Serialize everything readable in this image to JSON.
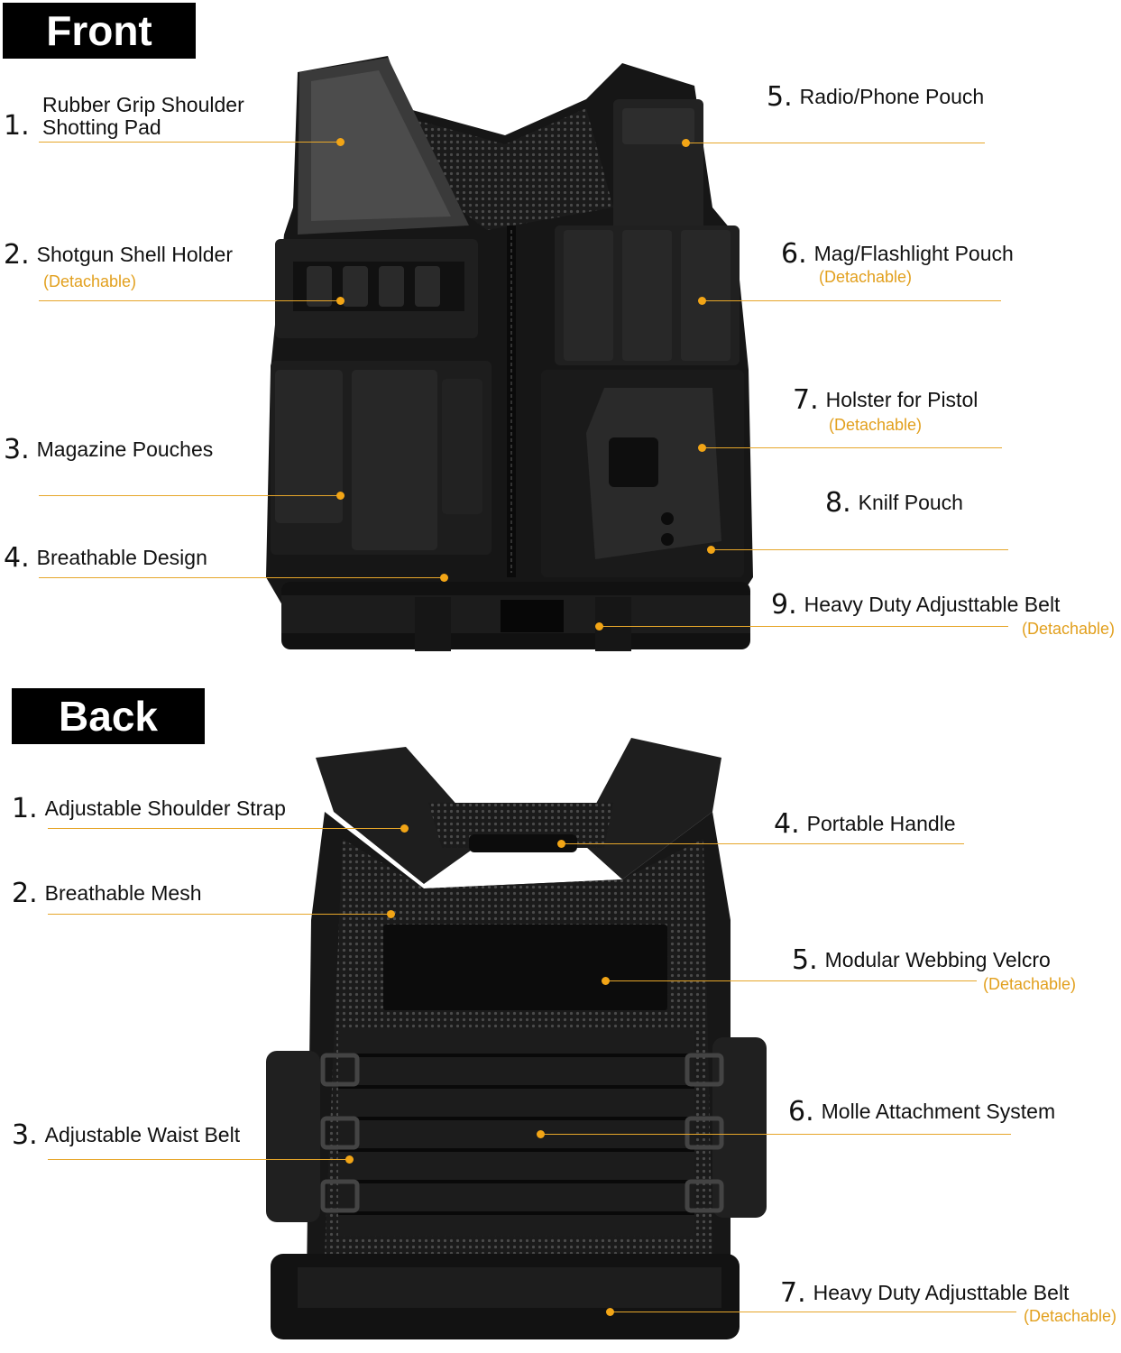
{
  "front": {
    "title": "Front",
    "callouts": [
      {
        "num": "1.",
        "line1": "Rubber Grip Shoulder",
        "line2": "Shotting Pad",
        "note": ""
      },
      {
        "num": "2.",
        "line1": "Shotgun Shell Holder",
        "note": "(Detachable)"
      },
      {
        "num": "3.",
        "line1": "Magazine Pouches",
        "note": ""
      },
      {
        "num": "4.",
        "line1": "Breathable Design",
        "note": ""
      },
      {
        "num": "5.",
        "line1": "Radio/Phone Pouch",
        "note": ""
      },
      {
        "num": "6.",
        "line1": "Mag/Flashlight Pouch",
        "note": "(Detachable)"
      },
      {
        "num": "7.",
        "line1": "Holster for Pistol",
        "note": "(Detachable)"
      },
      {
        "num": "8.",
        "line1": "Knilf Pouch",
        "note": ""
      },
      {
        "num": "9.",
        "line1": "Heavy Duty Adjusttable Belt",
        "note": "(Detachable)"
      }
    ]
  },
  "back": {
    "title": "Back",
    "callouts": [
      {
        "num": "1.",
        "line1": "Adjustable Shoulder Strap",
        "note": ""
      },
      {
        "num": "2.",
        "line1": "Breathable Mesh",
        "note": ""
      },
      {
        "num": "3.",
        "line1": "Adjustable Waist Belt",
        "note": ""
      },
      {
        "num": "4.",
        "line1": "Portable Handle",
        "note": ""
      },
      {
        "num": "5.",
        "line1": "Modular Webbing Velcro",
        "note": "(Detachable)"
      },
      {
        "num": "6.",
        "line1": "Molle Attachment System",
        "note": ""
      },
      {
        "num": "7.",
        "line1": "Heavy Duty Adjusttable Belt",
        "note": "(Detachable)"
      }
    ]
  },
  "colors": {
    "leader": "#e6a62a",
    "dot": "#f2a516",
    "note": "#e2a01e",
    "vest": "#141414"
  }
}
